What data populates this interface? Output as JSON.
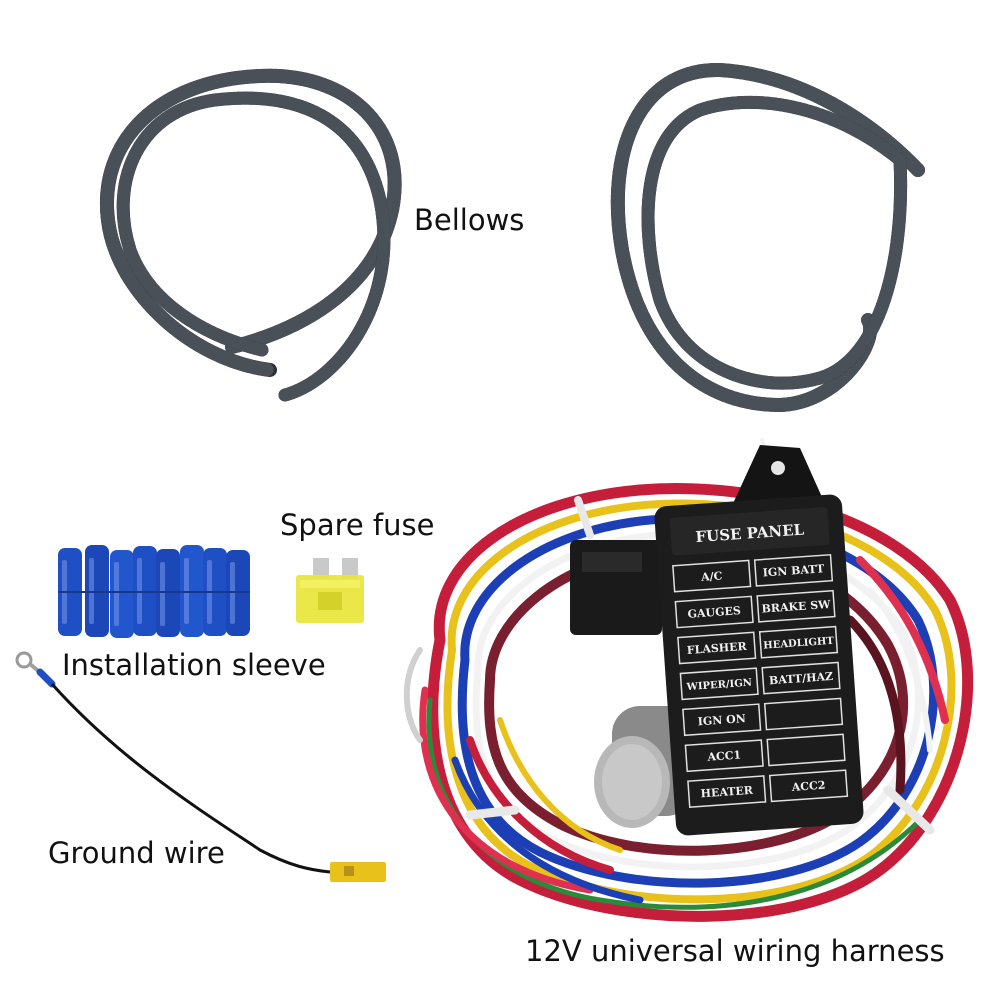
{
  "captions": {
    "bellows": "Bellows",
    "spare_fuse": "Spare fuse",
    "installation_sleeve": "Installation sleeve",
    "ground_wire": "Ground wire",
    "harness": "12V universal wiring harness"
  },
  "fuse_panel": {
    "title": "FUSE PANEL",
    "cells": [
      "A/C",
      "IGN BATT",
      "GAUGES",
      "BRAKE SW",
      "FLASHER",
      "HEADLIGHT",
      "WIPER/IGN",
      "BATT/HAZ",
      "IGN ON",
      "",
      "ACC1",
      "",
      "HEATER",
      "ACC2"
    ]
  },
  "colors": {
    "bellows": "#2b2f36",
    "sleeve": "#1f4fc4",
    "fuse": "#e8e63a",
    "panel": "#1c1c1c",
    "flasher": "#b8b8b8",
    "wires": [
      "#c41e3a",
      "#e8c21a",
      "#1d3fb5",
      "#f2f2f2",
      "#7a1f2f",
      "#2a8a3a",
      "#d0d0d0",
      "#e03050",
      "#5a1420"
    ]
  }
}
